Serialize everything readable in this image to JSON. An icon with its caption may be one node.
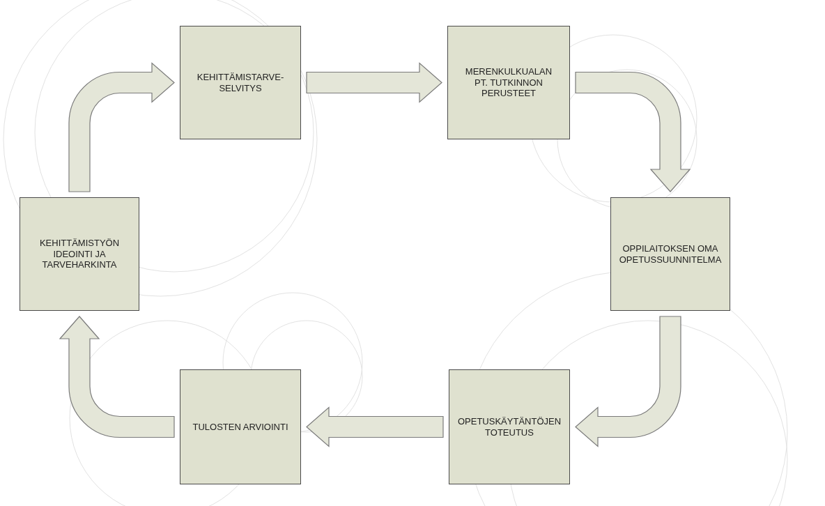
{
  "diagram": {
    "nodes": [
      {
        "text": [
          "KEHITTÄMISTARVE- SELVITYS"
        ]
      },
      {
        "text": [
          "MERENKULKUALAN PT. TUTKINNON PERUSTEET"
        ]
      },
      {
        "text": [
          "OPPILAITOKSEN OMA OPETUSSUUNNITELMA"
        ]
      },
      {
        "text": [
          "OPETUSKÄYTÄNTÖJEN TOTEUTUS"
        ]
      },
      {
        "text": [
          "TULOSTEN ARVIOINTI"
        ]
      },
      {
        "text": [
          "KEHITTÄMISTYÖN IDEOINTI JA TARVEHARKINTA"
        ]
      }
    ],
    "edges": [
      {
        "from": 0,
        "to": 1,
        "arrow": "to"
      },
      {
        "from": 1,
        "to": 2,
        "arrow": "to"
      },
      {
        "from": 2,
        "to": 3,
        "arrow": "to"
      },
      {
        "from": 3,
        "to": 4,
        "arrow": "to"
      },
      {
        "from": 4,
        "to": 5,
        "arrow": "to"
      },
      {
        "from": 5,
        "to": 0,
        "arrow": "to"
      }
    ]
  }
}
